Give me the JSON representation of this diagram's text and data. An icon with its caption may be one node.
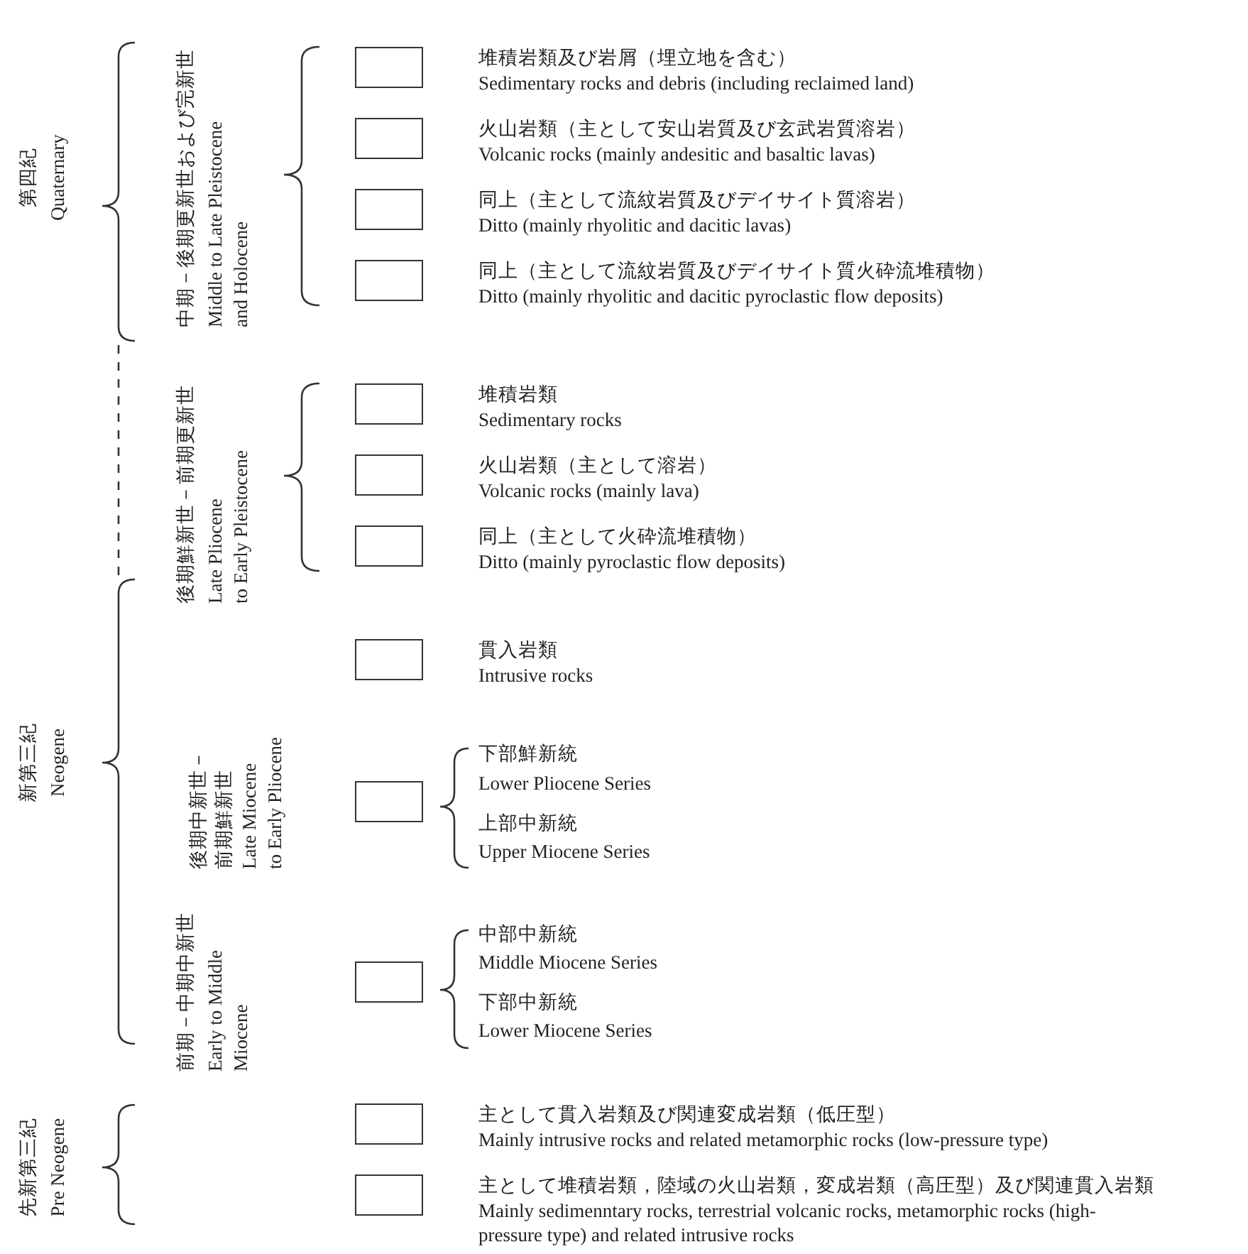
{
  "diagram": {
    "nodes": [
      {
        "text": [],
        "shape": "box",
        "beside": [
          "堆積岩類及び岩屑（埋立地を含む）",
          "Sedimentary rocks and debris (including reclaimed land)"
        ]
      },
      {
        "text": [],
        "shape": "box",
        "beside": [
          "火山岩類（主として安山岩質及び玄武岩質溶岩）",
          "Volcanic rocks (mainly andesitic and basaltic lavas)"
        ]
      },
      {
        "text": [],
        "shape": "box",
        "beside": [
          "同上（主として流紋岩質及びデイサイト質溶岩）",
          "Ditto (mainly rhyolitic and dacitic lavas)"
        ]
      },
      {
        "text": [],
        "shape": "box",
        "beside": [
          "同上（主として流紋岩質及びデイサイト質火砕流堆積物）",
          "Ditto (mainly rhyolitic and dacitic pyroclastic flow deposits)"
        ]
      },
      {
        "text": [],
        "shape": "box",
        "beside": [
          "堆積岩類",
          "Sedimentary rocks"
        ]
      },
      {
        "text": [],
        "shape": "box",
        "beside": [
          "火山岩類（主として溶岩）",
          "Volcanic rocks (mainly lava)"
        ]
      },
      {
        "text": [],
        "shape": "box",
        "beside": [
          "同上（主として火砕流堆積物）",
          "Ditto (mainly pyroclastic flow deposits)"
        ]
      },
      {
        "text": [],
        "shape": "box",
        "beside": [
          "貫入岩類",
          "Intrusive rocks"
        ]
      },
      {
        "text": [],
        "shape": "box",
        "beside": [
          "下部鮮新統",
          "Lower Pliocene Series",
          "上部中新統",
          "Upper Miocene Series"
        ]
      },
      {
        "text": [],
        "shape": "box",
        "beside": [
          "中部中新統",
          "Middle Miocene Series",
          "下部中新統",
          "Lower Miocene Series"
        ]
      },
      {
        "text": [],
        "shape": "box",
        "beside": [
          "主として貫入岩類及び関連変成岩類（低圧型）",
          "Mainly intrusive rocks and related metamorphic rocks (low-pressure type)"
        ]
      },
      {
        "text": [],
        "shape": "box",
        "beside": [
          "主として堆積岩類，陸域の火山岩類，変成岩類（高圧型）及び関連貫入岩類",
          "Mainly sedimenntary rocks, terrestrial volcanic rocks, metamorphic rocks (high-pressure type) and related intrusive rocks"
        ]
      }
    ],
    "labels": [
      "第四紀",
      "Quaternary",
      "新第三紀",
      "Neogene",
      "先新第三紀",
      "Pre Neogene",
      "中期－後期更新世および完新世",
      "Middle to Late Pleistocene and Holocene",
      "後期鮮新世－前期更新世",
      "Late Pliocene to Early Pleistocene",
      "後期中新世－前期鮮新世",
      "Late Miocene to Early Pliocene",
      "前期－中期中新世",
      "Early to Middle Miocene"
    ]
  }
}
